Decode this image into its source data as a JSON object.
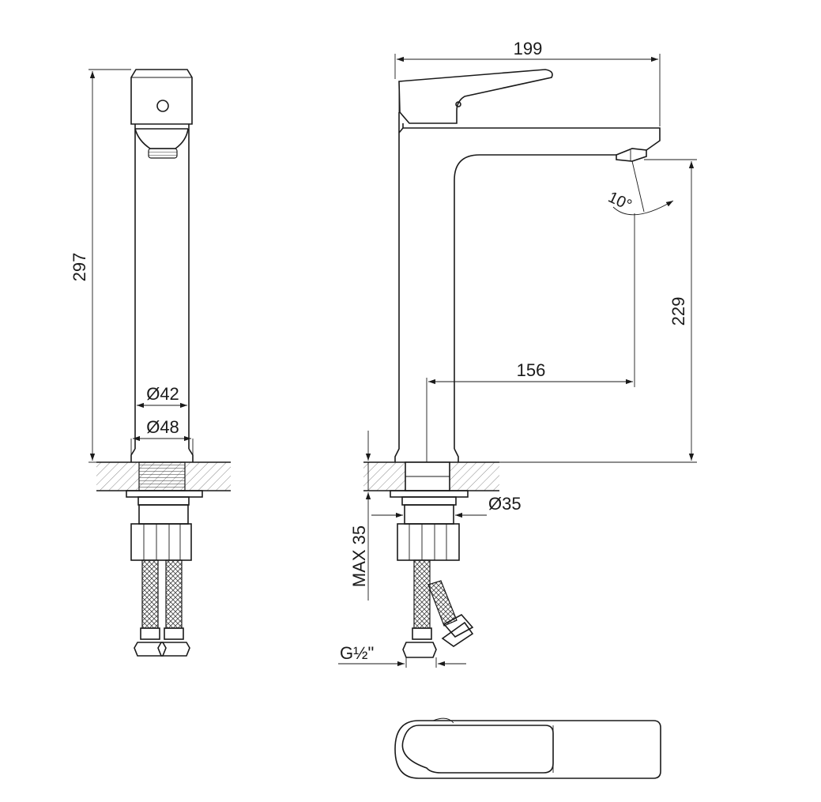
{
  "dimensions": {
    "total_height": "297",
    "body_diameter": "Ø42",
    "base_diameter": "Ø48",
    "overall_length": "199",
    "spout_height": "229",
    "spout_reach": "156",
    "tilt_angle": "10°",
    "mount_hole_diameter": "Ø35",
    "max_counter_thickness": "MAX 35",
    "connection_thread": "G½\""
  },
  "colors": {
    "line": "#1a1a1a",
    "hatch": "#8a8a8a",
    "background": "#ffffff"
  }
}
